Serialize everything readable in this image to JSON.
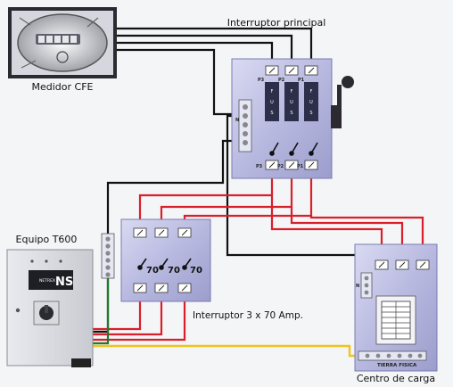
{
  "labels": {
    "meter": "Medidor CFE",
    "main_switch": "Interruptor principal",
    "equipment": "Equipo T600",
    "breaker": "Interruptor 3 x 70 Amp.",
    "load_center": "Centro de carga"
  },
  "main_switch": {
    "poles_top": [
      "P3",
      "P2",
      "P1"
    ],
    "poles_bottom": [
      "P3",
      "P2",
      "P1"
    ],
    "neutral": "N",
    "fuse_letters": [
      "F",
      "U",
      "S"
    ]
  },
  "breaker": {
    "ratings": [
      "70",
      "70",
      "70"
    ]
  },
  "equipment": {
    "brand": "NETREX",
    "logo": "NS"
  },
  "load_center": {
    "neutral": "N",
    "ground_label": "TIERRA FISICA"
  },
  "colors": {
    "phase": "#d81f2a",
    "neutral": "#111111",
    "ground_green": "#1d7a2e",
    "ground_yellow": "#f0c419",
    "panel": "#c7c8e8"
  }
}
